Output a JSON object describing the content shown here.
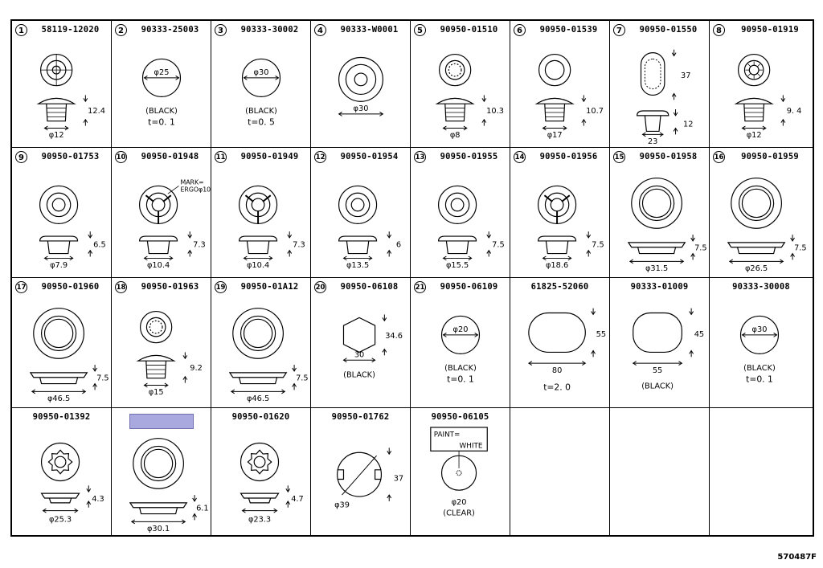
{
  "drawing_code": "570487F",
  "rows": [
    [
      {
        "num": "1",
        "part": "58119-12020",
        "labels": [
          "12.4",
          "φ12"
        ],
        "shape": "clipA"
      },
      {
        "num": "2",
        "part": "90333-25003",
        "labels": [
          "φ25",
          "(BLACK)",
          "t=0. 1"
        ],
        "shape": "disc"
      },
      {
        "num": "3",
        "part": "90333-30002",
        "labels": [
          "φ30",
          "(BLACK)",
          "t=0. 5"
        ],
        "shape": "disc"
      },
      {
        "num": "4",
        "part": "90333-W0001",
        "labels": [
          "φ30"
        ],
        "shape": "ring"
      },
      {
        "num": "5",
        "part": "90950-01510",
        "labels": [
          "10.3",
          "φ8"
        ],
        "shape": "plugDash"
      },
      {
        "num": "6",
        "part": "90950-01539",
        "labels": [
          "10.7",
          "φ17"
        ],
        "shape": "plugRidge"
      },
      {
        "num": "7",
        "part": "90950-01550",
        "labels": [
          "37",
          "12",
          "23"
        ],
        "shape": "oval"
      },
      {
        "num": "8",
        "part": "90950-01919",
        "labels": [
          "9. 4",
          "φ12"
        ],
        "shape": "star"
      }
    ],
    [
      {
        "num": "9",
        "part": "90950-01753",
        "labels": [
          "6.5",
          "φ7.9"
        ],
        "shape": "grommet"
      },
      {
        "num": "10",
        "part": "90950-01948",
        "labels": [
          "MARK=",
          "ERGOφ10",
          "7.3",
          "φ10.4"
        ],
        "shape": "marked"
      },
      {
        "num": "11",
        "part": "90950-01949",
        "labels": [
          "7.3",
          "φ10.4"
        ],
        "shape": "marked"
      },
      {
        "num": "12",
        "part": "90950-01954",
        "labels": [
          "6",
          "φ13.5"
        ],
        "shape": "grommet"
      },
      {
        "num": "13",
        "part": "90950-01955",
        "labels": [
          "7.5",
          "φ15.5"
        ],
        "shape": "grommet"
      },
      {
        "num": "14",
        "part": "90950-01956",
        "labels": [
          "7.5",
          "φ18.6"
        ],
        "shape": "marked"
      },
      {
        "num": "15",
        "part": "90950-01958",
        "labels": [
          "7.5",
          "φ31.5"
        ],
        "shape": "flat"
      },
      {
        "num": "16",
        "part": "90950-01959",
        "labels": [
          "7.5",
          "φ26.5"
        ],
        "shape": "flat"
      }
    ],
    [
      {
        "num": "17",
        "part": "90950-01960",
        "labels": [
          "7.5",
          "φ46.5"
        ],
        "shape": "flat"
      },
      {
        "num": "18",
        "part": "90950-01963",
        "labels": [
          "9.2",
          "φ15"
        ],
        "shape": "plugDash"
      },
      {
        "num": "19",
        "part": "90950-01A12",
        "labels": [
          "7.5",
          "φ46.5"
        ],
        "shape": "flat"
      },
      {
        "num": "20",
        "part": "90950-06108",
        "labels": [
          "34.6",
          "30",
          "(BLACK)"
        ],
        "shape": "hex"
      },
      {
        "num": "21",
        "part": "90950-06109",
        "labels": [
          "φ20",
          "(BLACK)",
          "t=0. 1"
        ],
        "shape": "disc"
      },
      {
        "num": "",
        "part": "61825-52060",
        "labels": [
          "55",
          "80",
          "t=2. 0"
        ],
        "shape": "stadium"
      },
      {
        "num": "",
        "part": "90333-01009",
        "labels": [
          "45",
          "55",
          "(BLACK)"
        ],
        "shape": "rrect"
      },
      {
        "num": "",
        "part": "90333-30008",
        "labels": [
          "φ30",
          "(BLACK)",
          "t=0. 1"
        ],
        "shape": "disc"
      }
    ],
    [
      {
        "num": "",
        "part": "90950-01392",
        "labels": [
          "4.3",
          "φ25.3"
        ],
        "shape": "gear"
      },
      {
        "num": "",
        "part": "",
        "labels": [
          "6.1",
          "φ30.1"
        ],
        "shape": "flat",
        "highlight": true
      },
      {
        "num": "",
        "part": "90950-01620",
        "labels": [
          "4.7",
          "φ23.3"
        ],
        "shape": "gear"
      },
      {
        "num": "",
        "part": "90950-01762",
        "labels": [
          "37",
          "φ39"
        ],
        "shape": "notched"
      },
      {
        "num": "",
        "part": "90950-06105",
        "labels": [
          "PAINT=",
          "WHITE",
          "φ20",
          "(CLEAR)"
        ],
        "shape": "paint"
      },
      {
        "num": "",
        "part": "",
        "labels": [],
        "shape": "none"
      },
      {
        "num": "",
        "part": "",
        "labels": [],
        "shape": "none"
      },
      {
        "num": "",
        "part": "",
        "labels": [],
        "shape": "none"
      }
    ]
  ]
}
